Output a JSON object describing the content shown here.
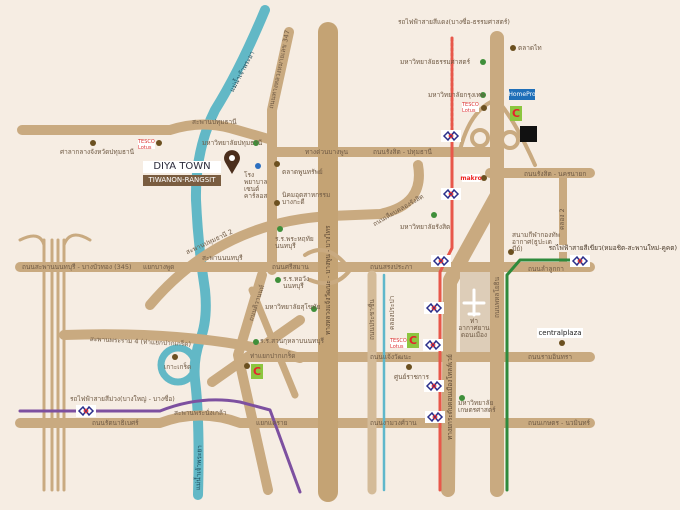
{
  "project": {
    "name": "DIYA TOWN",
    "subtitle": "TIWANON-RANGSIT"
  },
  "colors": {
    "road": "#c9aa80",
    "road_light": "#d9c3a5",
    "river": "#62b8c6",
    "red_line": "#e8574a",
    "purple_line": "#7d50a0",
    "green_line": "#2e8a3c",
    "klong": "#5fb7cb",
    "background": "#f6ede3"
  },
  "rail_lines": {
    "red": "รถไฟฟ้าสายสีแดง(บางซื่อ-ธรรมศาสตร์)",
    "green": "รถไฟฟ้าสายสีเขียว(หมอชิต-สะพานใหม่-คูคต)",
    "purple": "รถไฟฟ้าสายสีม่วง(บางใหญ่ - บางซื่อ)"
  },
  "roads": {
    "pathum_bridge": "สะพานปทุมธานี",
    "pathum_bridge2": "สะพานปทุมธานี 2",
    "hwy347": "ถนนทางหลวงหมายเลข 347",
    "expressway": "ทางด่วนบางพูน",
    "rangsit_pathum": "ถนนรังสิต - ปทุมธานี",
    "rangsit_nakhon": "ถนนรังสิต - นครนายก",
    "liap_klong": "ถนนเลียบคลองรังสิต",
    "klong2": "คลอง 2",
    "nonthaburi_bangbuathong": "ถนนสะพานนนทบุรี - บางบัวทอง (345)",
    "bangphut": "แยกบางพูด",
    "nonthaburi_bridge": "สะพานนนทบุรี",
    "sri_saman": "ถนนศรีสมาน",
    "song_prapha": "ถนนสรงประภา",
    "lamlukka": "ถนนลำลูกกา",
    "tiwanon": "ถนนติวานนท์",
    "chaeng_hwy": "ทางหลวงแจ้งวัฒนะ - บางพูน - บางไทร",
    "rama4_bridge": "สะพานพระราม 4 (ท่าแยกปากเกร็ด)",
    "prachachuen": "ถนนประชาชื่น",
    "klong_prapa": "คลองประปา",
    "phahonyothin": "ถนนพหลโยธิน",
    "pak_kret_junction": "ท่าแยกปากเกร็ด",
    "chaengwattana": "ถนนแจ้งวัฒนะ",
    "ram_intra": "ถนนรามอินทรา",
    "tollway": "ทางยกระดับดอนเมืองโทลล์เวย์",
    "nangklao_bridge": "สะพานพระนั่งเกล้า",
    "rattanathibet": "ถนนรัตนาธิเบศร์",
    "khae_rai": "แยกแคราย",
    "ngamwongwan": "ถนนงามวงศ์วาน",
    "kaset_nawamin": "ถนนเกษตร - นวมินทร์",
    "river": "แม่น้ำเจ้าพระยา"
  },
  "places": {
    "talad_thai": "ตลาดไท",
    "thammasat": "มหาวิทยาลัยธรรมศาสตร์",
    "bangkok_u": "มหาวิทยาลัยกรุงเทพ",
    "pathum_hall": "ศาลากลางจังหวัดปทุมธานี",
    "pathum_u": "มหาวิทยาลัยปทุมธานี",
    "st_carlos": "โรงพยาบาลเซนต์คาร์ลอส",
    "talad_poonsap": "ตลาดพูนทรัพย์",
    "bangkadi": "นิคมอุตสาหกรรมบางกะดี",
    "rangsit_u": "มหาวิทยาลัยรังสิต",
    "sacred_heart": "ร.ร.พระหฤทัยนนทบุรี",
    "airforce_stadium": "สนามกีฬากองทัพอากาศ(ธูปะเตมีย์)",
    "horwang": "ร.ร.หอวังนนทบุรี",
    "sukhothai_u": "มหาวิทยาลัยสุโขทัย",
    "don_mueang": "ท่าอากาศยานดอนเมือง",
    "suankularb": "ร.ร.สวนกุหลาบนนทบุรี",
    "ko_kret": "เกาะเกร็ด",
    "gov_center": "ศูนย์ราชการ",
    "kasetsart": "มหาวิทยาลัยเกษตรศาสตร์"
  },
  "brands": {
    "tesco": "TESCO Lotus",
    "homepro": "HomePro",
    "makro": "makro",
    "bigc": "C",
    "centralplaza": "centralplaza"
  }
}
